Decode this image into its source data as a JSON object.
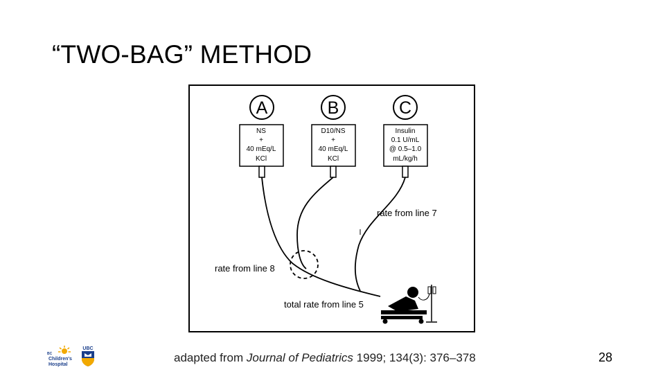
{
  "slide": {
    "title": "“TWO-BAG” METHOD",
    "page_number": "28"
  },
  "citation": {
    "prefix": "adapted from ",
    "journal": "Journal of Pediatrics",
    "details": " 1999; 134(3): 376–378"
  },
  "diagram": {
    "bags": [
      {
        "label": "A",
        "lines": [
          "NS",
          "+",
          "40 mEq/L",
          "KCl"
        ]
      },
      {
        "label": "B",
        "lines": [
          "D10/NS",
          "+",
          "40 mEq/L",
          "KCl"
        ]
      },
      {
        "label": "C",
        "lines": [
          "Insulin",
          "0.1 U/mL",
          "@ 0.5–1.0",
          "mL/kg/h"
        ]
      }
    ],
    "rate_labels": {
      "line7": "rate from line 7",
      "line8": "rate from line 8",
      "line5": "total rate from line 5"
    }
  },
  "logos": {
    "bcch_text": [
      "BC",
      "Children's",
      "Hospital"
    ],
    "ubc_text": "UBC"
  },
  "icons": {
    "patient": "patient-on-stretcher-icon",
    "iv_pole": "iv-pole-icon",
    "junction": "dashed-circle-junction"
  }
}
